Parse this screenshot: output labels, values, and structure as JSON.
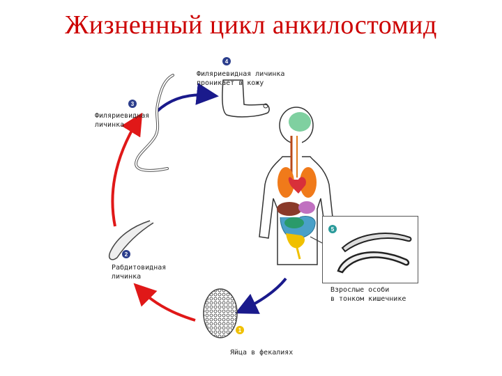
{
  "title": "Жизненный цикл анкилостомид",
  "stages": [
    {
      "number": "1",
      "label_lines": [
        "Яйца в фекалиях"
      ],
      "badge_color": "#f0c000"
    },
    {
      "number": "2",
      "label_lines": [
        "Рабдитовидная",
        "личинка"
      ],
      "badge_color": "#2c3e8c"
    },
    {
      "number": "3",
      "label_lines": [
        "Филяриевидная",
        "личинка"
      ],
      "badge_color": "#2c3e8c"
    },
    {
      "number": "4",
      "label_lines": [
        "Филяриевидная личинка",
        "проникает в кожу"
      ],
      "badge_color": "#2c3e8c"
    },
    {
      "number": "5",
      "label_lines": [
        "Взрослые особи",
        "в тонком кишечнике"
      ],
      "badge_color": "#2a9a9a"
    }
  ],
  "colors": {
    "title": "#cc0000",
    "arrow_red": "#e01818",
    "arrow_blue": "#1a1a8c"
  }
}
